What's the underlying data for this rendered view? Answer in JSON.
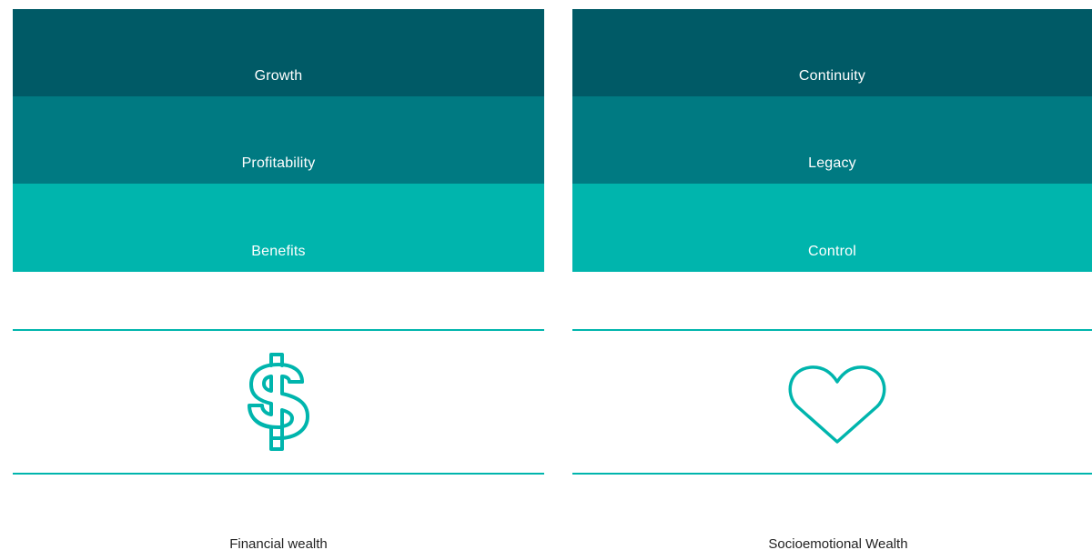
{
  "financial": {
    "bands": [
      "Growth",
      "Profitability",
      "Benefits"
    ],
    "icon": "dollar-icon",
    "caption": "Financial wealth"
  },
  "socioemotional": {
    "bands": [
      "Continuity",
      "Legacy",
      "Control"
    ],
    "icon": "heart-icon",
    "caption": "Socioemotional Wealth"
  },
  "colors": {
    "dark_teal": "#005a66",
    "mid_teal": "#007a82",
    "light_teal": "#00b5ad",
    "icon_stroke": "#00b5ad"
  }
}
